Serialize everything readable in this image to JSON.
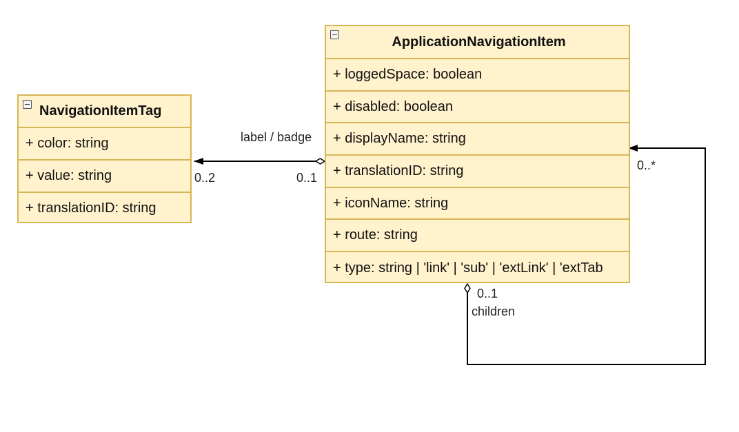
{
  "classes": {
    "navigation_item_tag": {
      "name": "NavigationItemTag",
      "attributes": [
        "+ color: string",
        "+ value: string",
        "+ translationID: string"
      ]
    },
    "application_navigation_item": {
      "name": "ApplicationNavigationItem",
      "attributes": [
        "+ loggedSpace: boolean",
        "+ disabled: boolean",
        "+ displayName: string",
        "+ translationID: string",
        "+ iconName: string",
        "+ route: string",
        "+ type: string | 'link' | 'sub' | 'extLink' | 'extTab"
      ]
    }
  },
  "associations": {
    "tag": {
      "label": "label / badge",
      "target_multiplicity": "0..2",
      "source_multiplicity": "0..1"
    },
    "children": {
      "label": "children",
      "source_multiplicity": "0..1",
      "target_multiplicity": "0..*"
    }
  },
  "colors": {
    "class_fill": "#fff2cc",
    "class_border": "#d6b656",
    "edge": "#000000"
  }
}
